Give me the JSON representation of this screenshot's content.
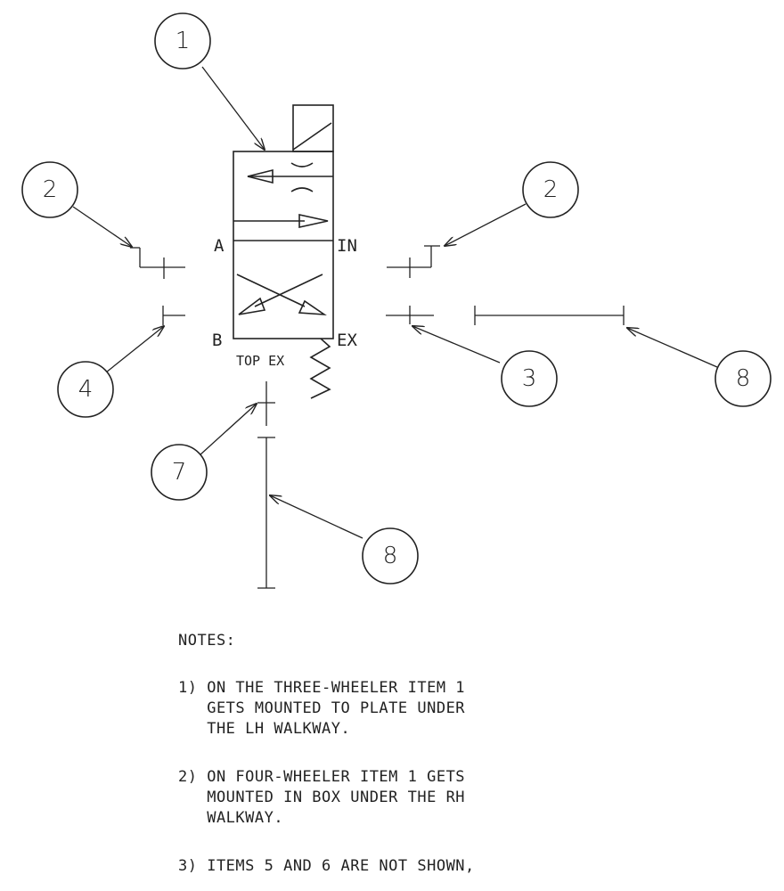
{
  "ports": {
    "a": "A",
    "in": "IN",
    "b": "B",
    "ex": "EX",
    "top_ex": "TOP EX"
  },
  "balloons": {
    "valve": "1",
    "fitting_upper_left": "2",
    "fitting_upper_right": "2",
    "fitting_lower_right": "3",
    "fitting_lower_left": "4",
    "fitting_bottom": "7",
    "hose_right": "8",
    "hose_bottom": "8"
  },
  "notes": {
    "heading": "NOTES:",
    "note1": [
      "1) ON THE THREE-WHEELER ITEM 1",
      "   GETS MOUNTED TO PLATE UNDER",
      "   THE LH WALKWAY."
    ],
    "note2": [
      "2) ON FOUR-WHEELER ITEM 1 GETS",
      "   MOUNTED IN BOX UNDER THE RH",
      "   WALKWAY."
    ],
    "note3": [
      "3) ITEMS 5 AND 6 ARE NOT SHOWN,"
    ]
  }
}
